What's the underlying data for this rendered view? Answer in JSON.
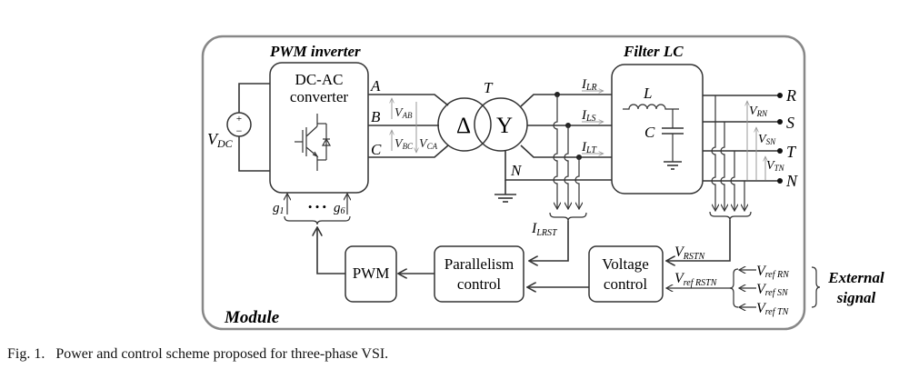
{
  "figure": {
    "caption": "Fig. 1.   Power and control scheme proposed for three-phase VSI.",
    "module_label": "Module",
    "pwm_inverter_title": "PWM inverter",
    "filter_title": "Filter LC",
    "dc_source": {
      "label": "V",
      "sub": "DC",
      "plus": "+",
      "minus": "−"
    },
    "converter": {
      "line1": "DC-AC",
      "line2": "converter"
    },
    "phases_in": [
      "A",
      "B",
      "C"
    ],
    "line_voltages": [
      {
        "label": "V",
        "sub": "AB"
      },
      {
        "label": "V",
        "sub": "BC"
      },
      {
        "label": "V",
        "sub": "CA"
      }
    ],
    "transformer": {
      "label": "T",
      "primary": "Δ",
      "secondary": "Y"
    },
    "neutral_label": "N",
    "line_currents": [
      {
        "label": "I",
        "sub": "LR"
      },
      {
        "label": "I",
        "sub": "LS"
      },
      {
        "label": "I",
        "sub": "LT"
      }
    ],
    "current_bus": {
      "label": "I",
      "sub": "LRST"
    },
    "filter": {
      "inductor": "L",
      "capacitor": "C"
    },
    "outputs": [
      "R",
      "S",
      "T",
      "N"
    ],
    "phase_voltages": [
      {
        "label": "V",
        "sub": "RN"
      },
      {
        "label": "V",
        "sub": "SN"
      },
      {
        "label": "V",
        "sub": "TN"
      }
    ],
    "gates": {
      "first": "g",
      "first_sub": "1",
      "dots": "• • •",
      "last": "g",
      "last_sub": "6"
    },
    "blocks": {
      "pwm": "PWM",
      "parallelism": {
        "line1": "Parallelism",
        "line2": "control"
      },
      "voltage": {
        "line1": "Voltage",
        "line2": "control"
      }
    },
    "voltage_bus": {
      "label": "V",
      "sub": "RSTN"
    },
    "ref_bus": {
      "label": "V",
      "sub": "ref RSTN"
    },
    "ref_inputs": [
      {
        "label": "V",
        "sub": "ref RN"
      },
      {
        "label": "V",
        "sub": "ref SN"
      },
      {
        "label": "V",
        "sub": "ref TN"
      }
    ],
    "external": {
      "line1": "External",
      "line2": "signal"
    }
  }
}
